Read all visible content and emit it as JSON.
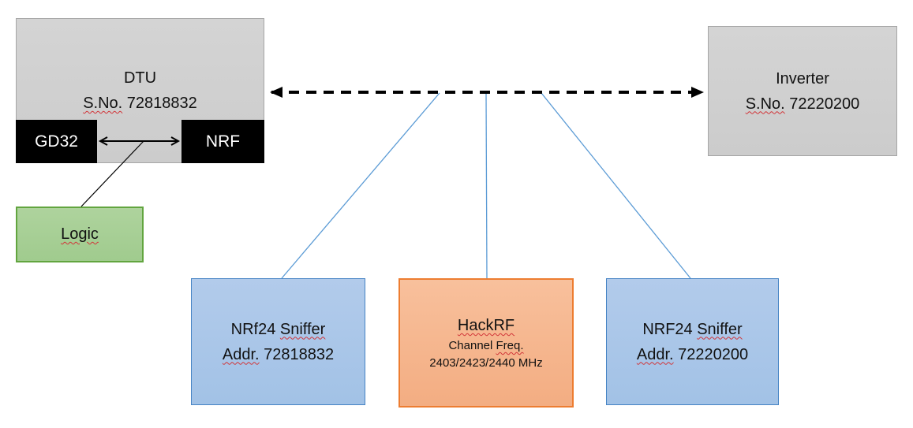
{
  "colors": {
    "gray_fill": "#CFCFCF",
    "gray_border": "#A6A6A6",
    "black_fill": "#000000",
    "green_fill": "#A6CF96",
    "green_border": "#62A53F",
    "blue_fill": "#A9C6E9",
    "blue_border": "#4583C4",
    "orange_fill": "#F5B68E",
    "orange_border": "#ED7D31",
    "connector_blue": "#5B9BD5",
    "arrow_black": "#000000",
    "squiggle_red": "#D13438"
  },
  "nodes": {
    "dtu": {
      "title": "DTU",
      "serial_label": "S.No.",
      "serial_value": " 72818832"
    },
    "gd32": {
      "label": "GD32"
    },
    "nrf": {
      "label": "NRF"
    },
    "logic": {
      "label": "Logic"
    },
    "inverter": {
      "title": "Inverter",
      "serial_label": "S.No.",
      "serial_value": " 72220200"
    },
    "sniffer1": {
      "title_prefix": "NRf24 ",
      "title_word": "Sniffer",
      "addr_label": "Addr.",
      "addr_value": " 72818832"
    },
    "hackrf": {
      "title": "HackRF",
      "freq_prefix": "Channel ",
      "freq_word": "Freq.",
      "freq_line": "2403/2423/2440 MHz"
    },
    "sniffer2": {
      "title_prefix": "NRF24 ",
      "title_word": "Sniffer",
      "addr_label": "Addr.",
      "addr_value": " 72220200"
    }
  },
  "connections": {
    "dtu_inverter": "dashed-double-arrow",
    "gd32_nrf": "double-arrow",
    "logic_to_bus": "line",
    "bus_to_sniffer1": "blue-line",
    "bus_to_hackrf": "blue-line",
    "bus_to_sniffer2": "blue-line"
  }
}
